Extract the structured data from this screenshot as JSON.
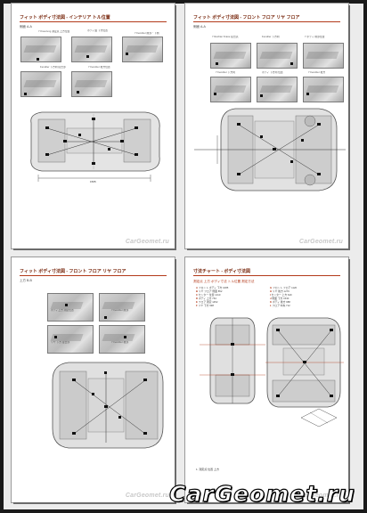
{
  "pages": [
    {
      "title": "フィット ボディ寸法図 - インテリア トル位置",
      "sub": "側面 A-A",
      "captions": [
        "7 Kreuzung 測定点 上方位置",
        "ボディ面 下方位置",
        "7 Fendrier 前部・下側"
      ],
      "captions2": [
        "Fendrier 下方向 接合部",
        "7 Fendrier 後方位置"
      ],
      "dim": "1565",
      "watermark": "CarGeomet.ru"
    },
    {
      "title": "フィット ボディ寸法図 - フロント フロア リヤ フロア",
      "sub": "側面 A-A",
      "captions": [
        "7 Rechter Krane 接合点",
        "Fendrier 下方向",
        "7 ボディ 前部位置"
      ],
      "captions2": [
        "7 Fendrier 下方向",
        "ボディ 下方向 位置",
        "7 Fendrier 後方"
      ],
      "watermark": "CarGeomet.ru"
    },
    {
      "title": "フィット ボディ寸法図 - フロント フロア リヤ フロア",
      "sub": "上方 B-B",
      "captions": [
        "ボディ上方 測定位置",
        "7 Fendrier 前部",
        "リヤ 下方 接合部",
        "7 Fendrier 後部"
      ],
      "watermark": "CarGeomet.ru"
    },
    {
      "title": "寸法チャート - ボディ寸法図",
      "redhead": "測定点 上方 ボディ寸法 トル位置 測定方法",
      "legend": [
        [
          "A",
          "フロント ボディ 下方 1085"
        ],
        [
          "B",
          "リヤ フロア 側面 852"
        ],
        [
          "C",
          "センター 位置 1310"
        ],
        [
          "D",
          "ボディ 上方 764"
        ],
        [
          "E",
          "フロア 測定 1452"
        ],
        [
          "F",
          "リヤ 下方 998"
        ]
      ],
      "legend2": [
        [
          "G",
          "フロント フロア 1120"
        ],
        [
          "H",
          "リヤ 後方 1276"
        ],
        [
          "I",
          "センター 上方 640"
        ],
        [
          "J",
          "側面 下方 1530"
        ],
        [
          "K",
          "ボディ 後方 988"
        ],
        [
          "L",
          "フロア 中央 712"
        ]
      ],
      "note": "1. 測定点 位置 上方",
      "watermark": "CarGeomet.ru"
    }
  ],
  "brand": "CarGeomet.ru",
  "colors": {
    "accent": "#b33a1a",
    "frame": "#1a1a1a",
    "paper": "#ffffff"
  }
}
